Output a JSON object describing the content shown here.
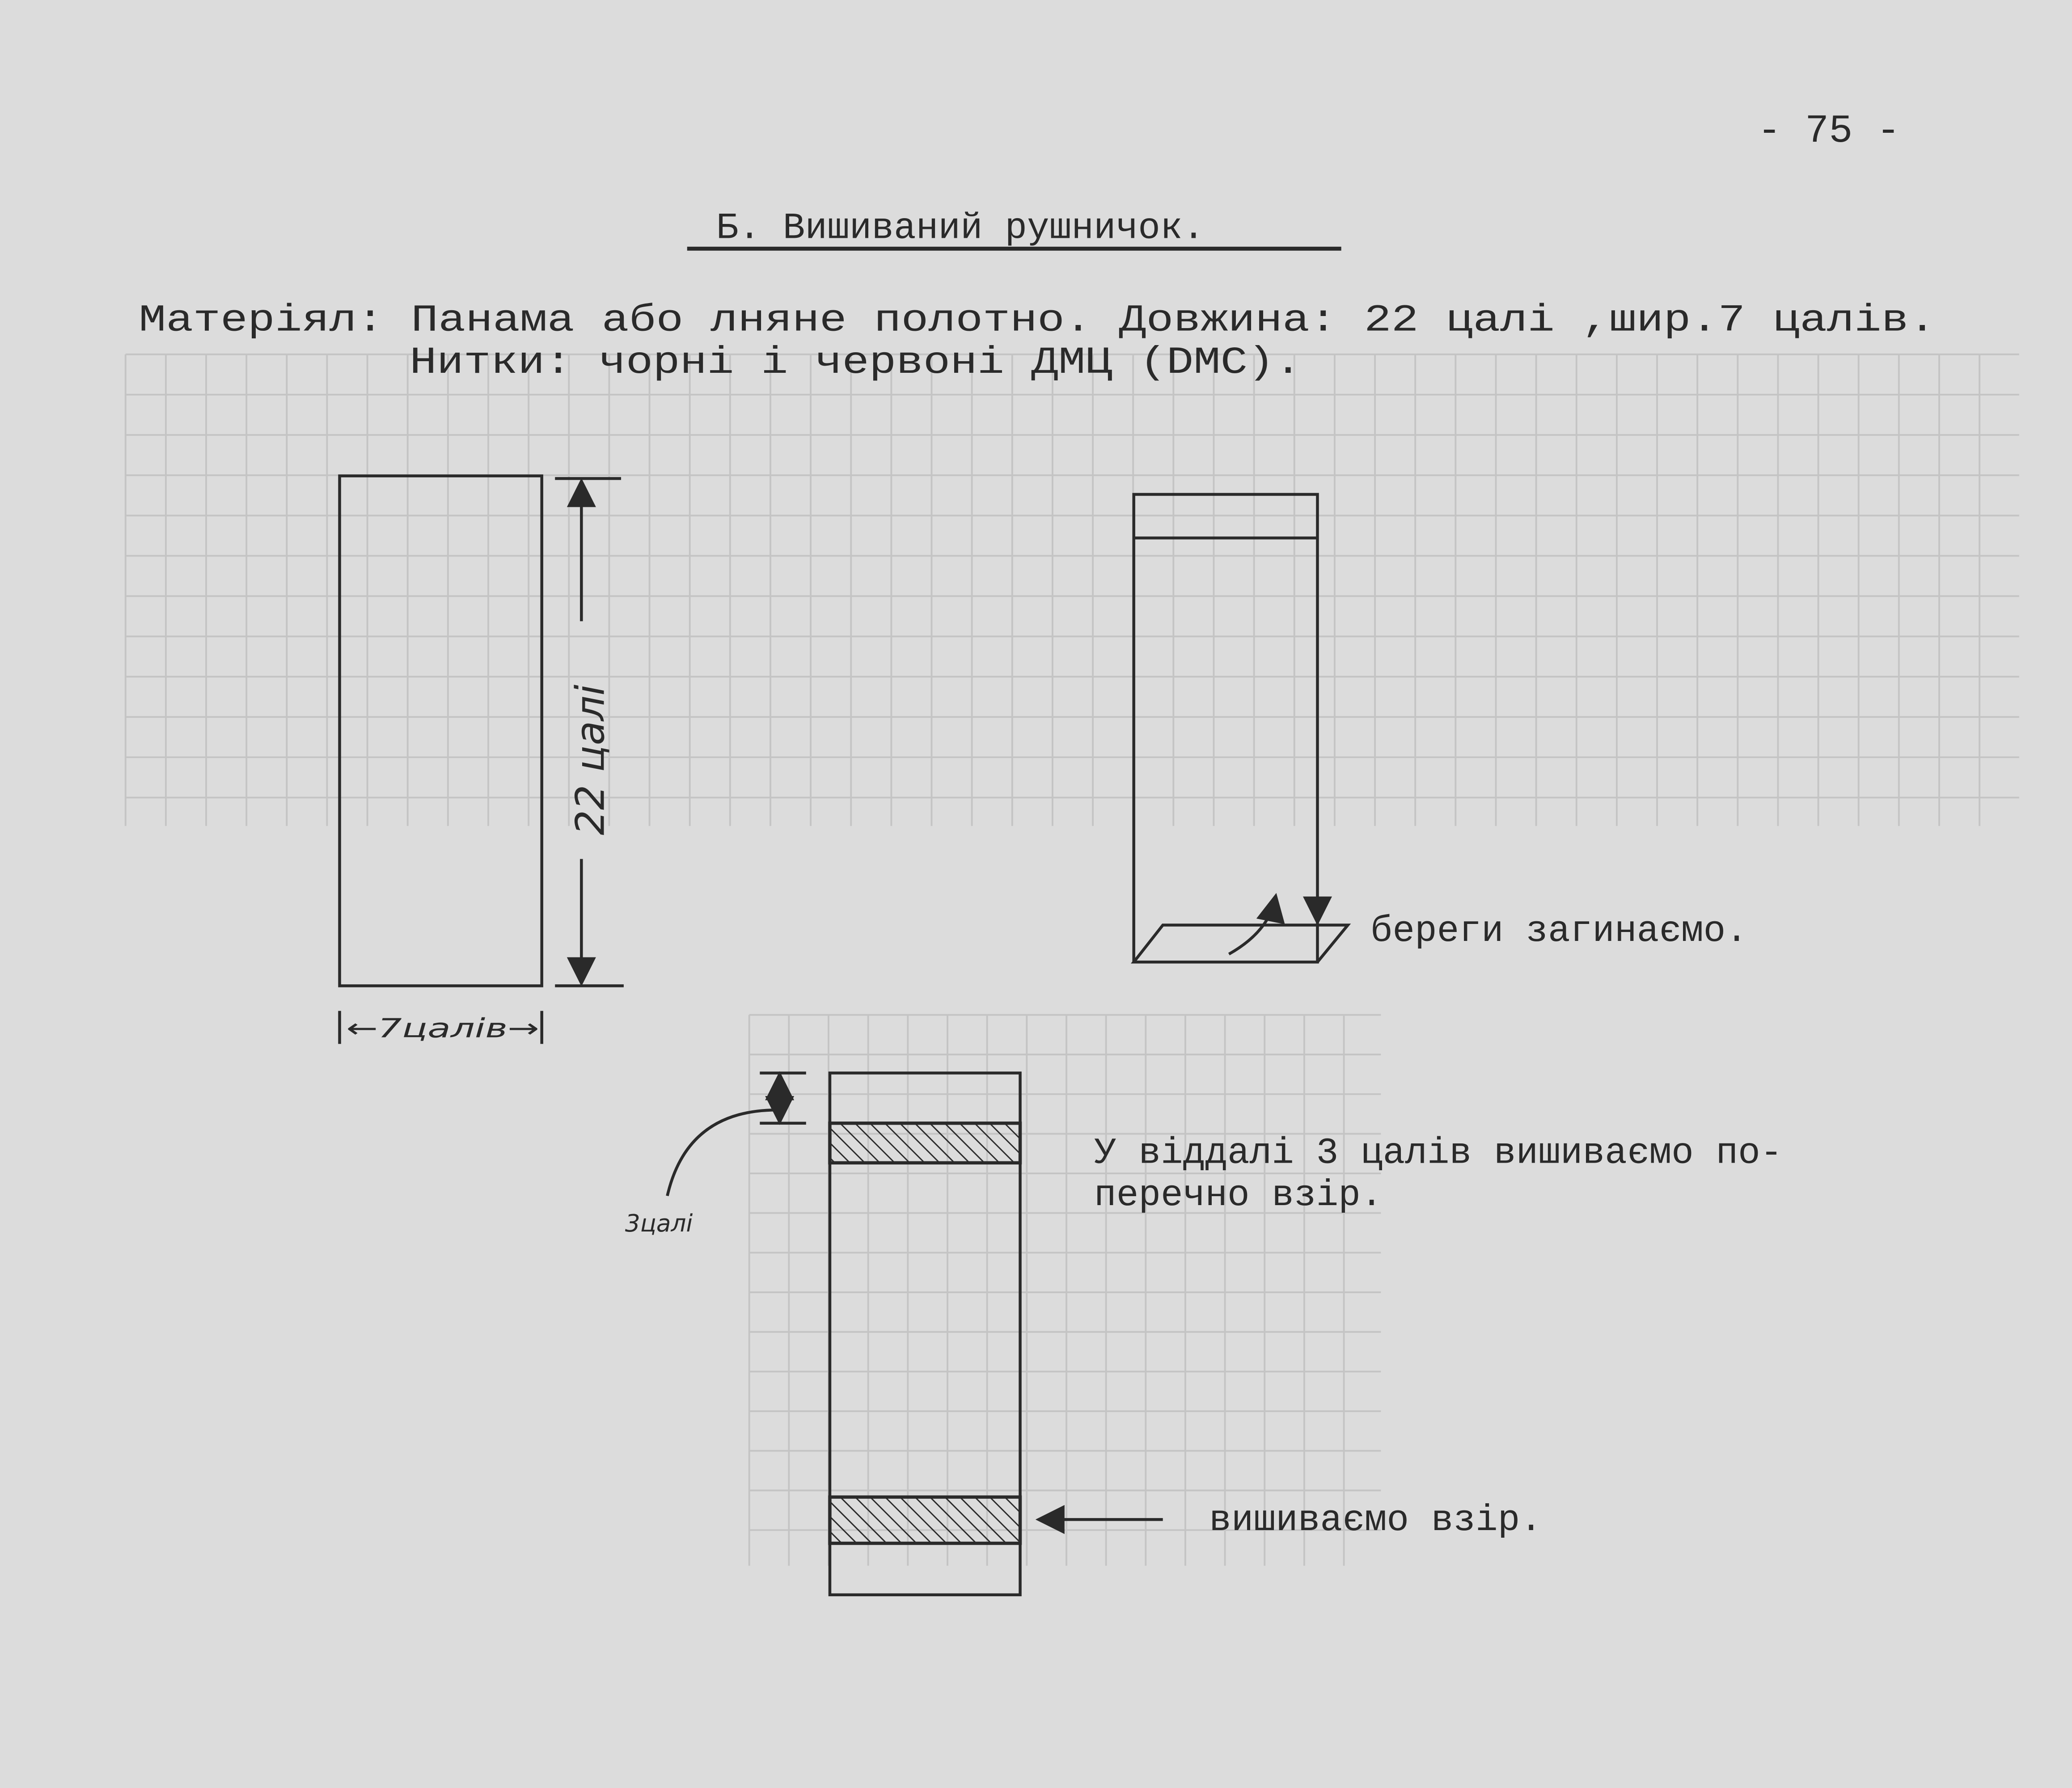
{
  "page_number": "- 75 -",
  "title": "Б. Вишиваний рушничок.",
  "material_line": "Матеріял: Панама або лняне полотно. Довжина: 22 цалі ,шир.7 цалів.",
  "threads_line": "Нитки: чорні і червоні ДМЦ (DMC).",
  "figure1": {
    "length_label": "22 цалі",
    "width_label": "←7цалів→"
  },
  "figure2": {
    "fold_label": "береги загинаємо."
  },
  "figure3": {
    "distance_label": "3цалі",
    "note_line1": "У віддалі 3 цалів вишиваємо по-",
    "note_line2": "перечно взір.",
    "embroider_label": "вишиваємо взір."
  }
}
